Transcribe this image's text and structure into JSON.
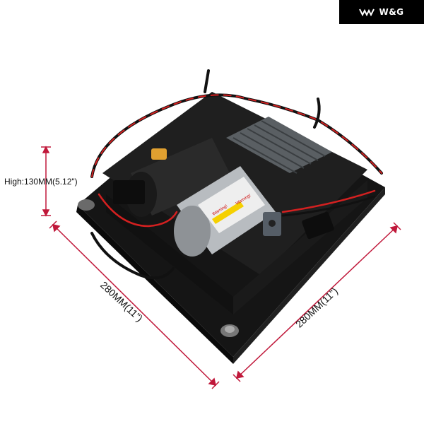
{
  "brand": {
    "name": "W&G",
    "icon": "wings-logo-icon"
  },
  "dimensions": {
    "height": "High:130MM(5.12\")",
    "length_left": "280MM(11\")",
    "length_right": "280MM(11\")"
  },
  "product": {
    "warning_1": "Warning!",
    "warning_2": "Warning!"
  },
  "colors": {
    "dimension_line": "#c0183a",
    "brand_bg": "#000000",
    "unit_body": "#1a1a1a",
    "wire_red": "#d42020",
    "cylinder_silver": "#b8bcc0"
  }
}
